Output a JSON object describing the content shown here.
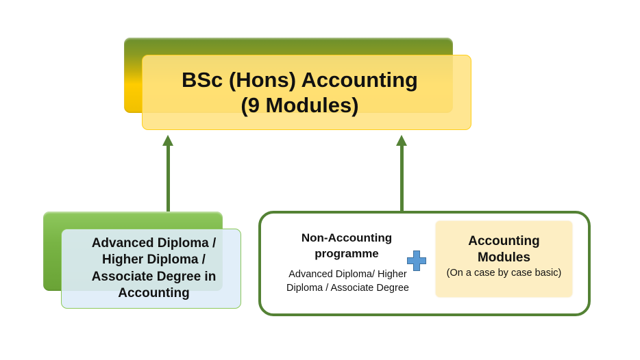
{
  "target": {
    "title_line1": "BSc (Hons) Accounting",
    "title_line2": "(9 Modules)",
    "colors": {
      "back_gradient_top": "#6a8f2e",
      "back_gradient_bottom": "#ffcc00",
      "front_fill": "#ffe282",
      "front_border": "#ffcf1a"
    }
  },
  "pathways": [
    {
      "id": "accounting-route",
      "lines": [
        "Advanced Diploma /",
        "Higher Diploma /",
        "Associate Degree in",
        "Accounting"
      ],
      "colors": {
        "back_fill": "#78b444",
        "front_fill": "#deecf8",
        "front_border": "#8cc85a"
      }
    },
    {
      "id": "non-accounting-route",
      "title_line1": "Non-Accounting",
      "title_line2": "programme",
      "subtitle_line1": "Advanced Diploma/ Higher",
      "subtitle_line2": "Diploma / Associate Degree",
      "plus_icon": "plus-icon",
      "addon": {
        "title_line1": "Accounting",
        "title_line2": "Modules",
        "note": "(On a case by case basic)",
        "fill": "#fdeec3"
      },
      "container_border": "#548235"
    }
  ],
  "connectors": {
    "arrow_color": "#548235",
    "arrows": [
      {
        "from": "accounting-route",
        "to": "target",
        "direction": "up"
      },
      {
        "from": "non-accounting-route",
        "to": "target",
        "direction": "up"
      }
    ]
  },
  "plus_color": "#5b9bd5"
}
